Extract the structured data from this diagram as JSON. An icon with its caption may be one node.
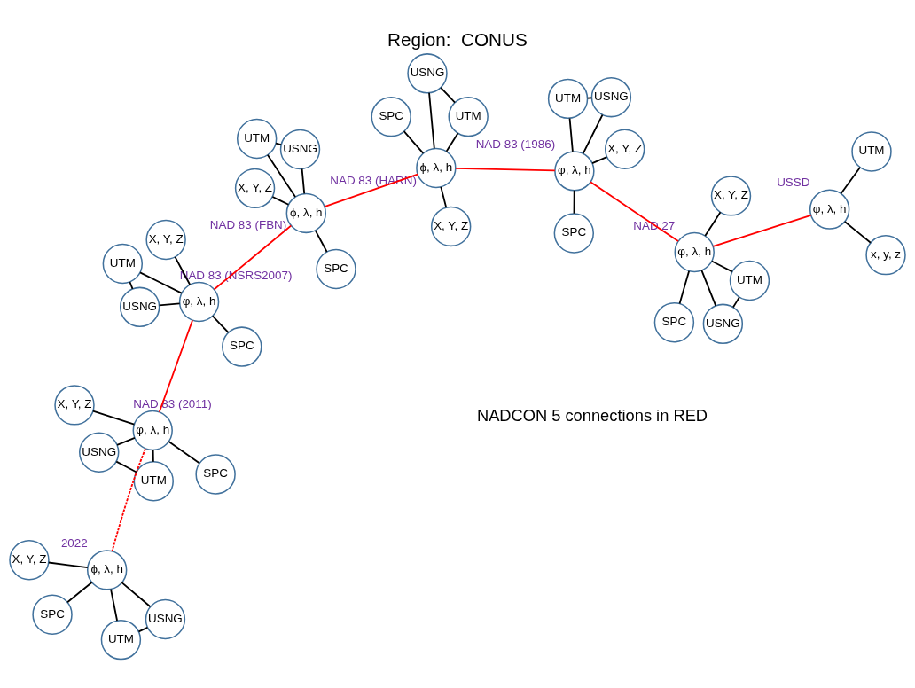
{
  "diagram": {
    "title": "Region:  CONUS",
    "nodes": [
      {
        "text": [
          "φ, λ, h"
        ],
        "beside": [
          "USSD"
        ]
      },
      {
        "text": [
          "x, y, z"
        ]
      },
      {
        "text": [
          "UTM"
        ]
      },
      {
        "text": [
          "φ, λ, h"
        ],
        "beside": [
          "NAD 27"
        ]
      },
      {
        "text": [
          "X, Y, Z"
        ]
      },
      {
        "text": [
          "USNG"
        ]
      },
      {
        "text": [
          "UTM"
        ]
      },
      {
        "text": [
          "SPC"
        ]
      },
      {
        "text": [
          "φ, λ, h"
        ],
        "beside": [
          "NAD 83 (1986)"
        ]
      },
      {
        "text": [
          "X, Y, Z"
        ]
      },
      {
        "text": [
          "USNG"
        ]
      },
      {
        "text": [
          "UTM"
        ]
      },
      {
        "text": [
          "SPC"
        ]
      },
      {
        "text": [
          "ϕ, λ, h"
        ],
        "beside": [
          "NAD 83 (HARN)"
        ]
      },
      {
        "text": [
          "X, Y, Z"
        ]
      },
      {
        "text": [
          "USNG"
        ]
      },
      {
        "text": [
          "UTM"
        ]
      },
      {
        "text": [
          "SPC"
        ]
      },
      {
        "text": [
          "ϕ, λ, h"
        ],
        "beside": [
          "NAD 83 (FBN)"
        ]
      },
      {
        "text": [
          "X, Y, Z"
        ]
      },
      {
        "text": [
          "USNG"
        ]
      },
      {
        "text": [
          "UTM"
        ]
      },
      {
        "text": [
          "SPC"
        ]
      },
      {
        "text": [
          "φ, λ, h"
        ],
        "beside": [
          "NAD 83 (NSRS2007)"
        ]
      },
      {
        "text": [
          "SPC"
        ]
      },
      {
        "text": [
          "X, Y, Z"
        ]
      },
      {
        "text": [
          "USNG"
        ]
      },
      {
        "text": [
          "UTM"
        ]
      },
      {
        "text": [
          "φ, λ, h"
        ],
        "beside": [
          "NAD 83 (2011)"
        ]
      },
      {
        "text": [
          "SPC"
        ]
      },
      {
        "text": [
          "UTM"
        ]
      },
      {
        "text": [
          "USNG"
        ]
      },
      {
        "text": [
          "X, Y, Z"
        ]
      },
      {
        "text": [
          "ϕ, λ, h"
        ],
        "beside": [
          "2022"
        ]
      },
      {
        "text": [
          "SPC"
        ]
      },
      {
        "text": [
          "UTM"
        ]
      },
      {
        "text": [
          "USNG"
        ]
      },
      {
        "text": [
          "X, Y, Z"
        ]
      }
    ],
    "edges": [
      {
        "from": 0,
        "to": 1,
        "arrow": "none"
      },
      {
        "from": 0,
        "to": 2,
        "arrow": "none"
      },
      {
        "from": 0,
        "to": 3,
        "arrow": "none",
        "color": "#ff0000"
      },
      {
        "from": 3,
        "to": 4,
        "arrow": "none"
      },
      {
        "from": 3,
        "to": 5,
        "arrow": "none"
      },
      {
        "from": 3,
        "to": 6,
        "arrow": "none"
      },
      {
        "from": 3,
        "to": 7,
        "arrow": "none"
      },
      {
        "from": 5,
        "to": 6,
        "arrow": "none"
      },
      {
        "from": 3,
        "to": 8,
        "arrow": "none",
        "color": "#ff0000"
      },
      {
        "from": 8,
        "to": 9,
        "arrow": "none"
      },
      {
        "from": 8,
        "to": 10,
        "arrow": "none"
      },
      {
        "from": 8,
        "to": 11,
        "arrow": "none"
      },
      {
        "from": 8,
        "to": 12,
        "arrow": "none"
      },
      {
        "from": 10,
        "to": 11,
        "arrow": "none"
      },
      {
        "from": 8,
        "to": 13,
        "arrow": "none",
        "color": "#ff0000"
      },
      {
        "from": 13,
        "to": 14,
        "arrow": "none"
      },
      {
        "from": 13,
        "to": 15,
        "arrow": "none"
      },
      {
        "from": 13,
        "to": 16,
        "arrow": "none"
      },
      {
        "from": 13,
        "to": 17,
        "arrow": "none"
      },
      {
        "from": 15,
        "to": 16,
        "arrow": "none"
      },
      {
        "from": 13,
        "to": 18,
        "arrow": "none",
        "color": "#ff0000"
      },
      {
        "from": 18,
        "to": 19,
        "arrow": "none"
      },
      {
        "from": 18,
        "to": 20,
        "arrow": "none"
      },
      {
        "from": 18,
        "to": 21,
        "arrow": "none"
      },
      {
        "from": 18,
        "to": 22,
        "arrow": "none"
      },
      {
        "from": 20,
        "to": 21,
        "arrow": "none"
      },
      {
        "from": 18,
        "to": 23,
        "arrow": "none",
        "color": "#ff0000"
      },
      {
        "from": 23,
        "to": 24,
        "arrow": "none"
      },
      {
        "from": 23,
        "to": 25,
        "arrow": "none"
      },
      {
        "from": 23,
        "to": 26,
        "arrow": "none"
      },
      {
        "from": 23,
        "to": 27,
        "arrow": "none"
      },
      {
        "from": 26,
        "to": 27,
        "arrow": "none"
      },
      {
        "from": 23,
        "to": 28,
        "arrow": "none",
        "color": "#ff0000"
      },
      {
        "from": 28,
        "to": 29,
        "arrow": "none"
      },
      {
        "from": 28,
        "to": 30,
        "arrow": "none"
      },
      {
        "from": 28,
        "to": 31,
        "arrow": "none"
      },
      {
        "from": 28,
        "to": 32,
        "arrow": "none"
      },
      {
        "from": 30,
        "to": 31,
        "arrow": "none"
      },
      {
        "from": 28,
        "to": 33,
        "arrow": "none",
        "style": "dashed",
        "color": "#ff0000"
      },
      {
        "from": 33,
        "to": 34,
        "arrow": "none"
      },
      {
        "from": 33,
        "to": 35,
        "arrow": "none"
      },
      {
        "from": 33,
        "to": 36,
        "arrow": "none"
      },
      {
        "from": 33,
        "to": 37,
        "arrow": "none"
      },
      {
        "from": 35,
        "to": 36,
        "arrow": "none"
      }
    ],
    "labels": [
      "NADCON 5 connections in RED"
    ]
  }
}
